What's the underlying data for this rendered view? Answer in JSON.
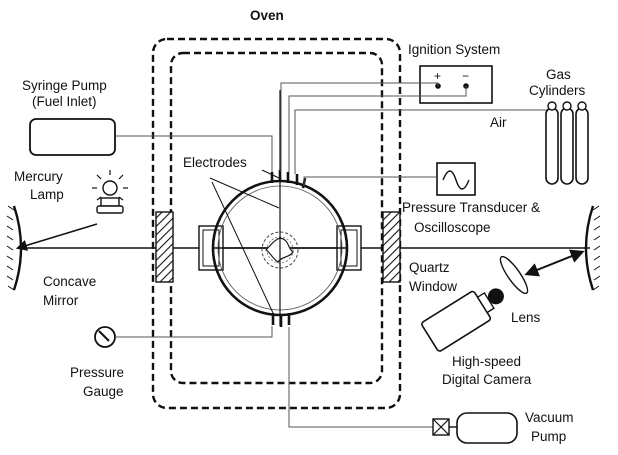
{
  "labels": {
    "oven": "Oven",
    "ignition_system": "Ignition System",
    "syringe_pump_line1": "Syringe Pump",
    "syringe_pump_line2": "(Fuel Inlet)",
    "gas_cylinders_line1": "Gas",
    "gas_cylinders_line2": "Cylinders",
    "air": "Air",
    "mercury_lamp_line1": "Mercury",
    "mercury_lamp_line2": "Lamp",
    "electrodes": "Electrodes",
    "pressure_transducer_line1": "Pressure Transducer &",
    "pressure_transducer_line2": "Oscilloscope",
    "concave_mirror_line1": "Concave",
    "concave_mirror_line2": "Mirror",
    "quartz_window_line1": "Quartz",
    "quartz_window_line2": "Window",
    "lens": "Lens",
    "pressure_gauge_line1": "Pressure",
    "pressure_gauge_line2": "Gauge",
    "camera_line1": "High-speed",
    "camera_line2": "Digital Camera",
    "vacuum_pump_line1": "Vacuum",
    "vacuum_pump_line2": "Pump",
    "plus_sign": "+",
    "minus_sign": "−"
  }
}
